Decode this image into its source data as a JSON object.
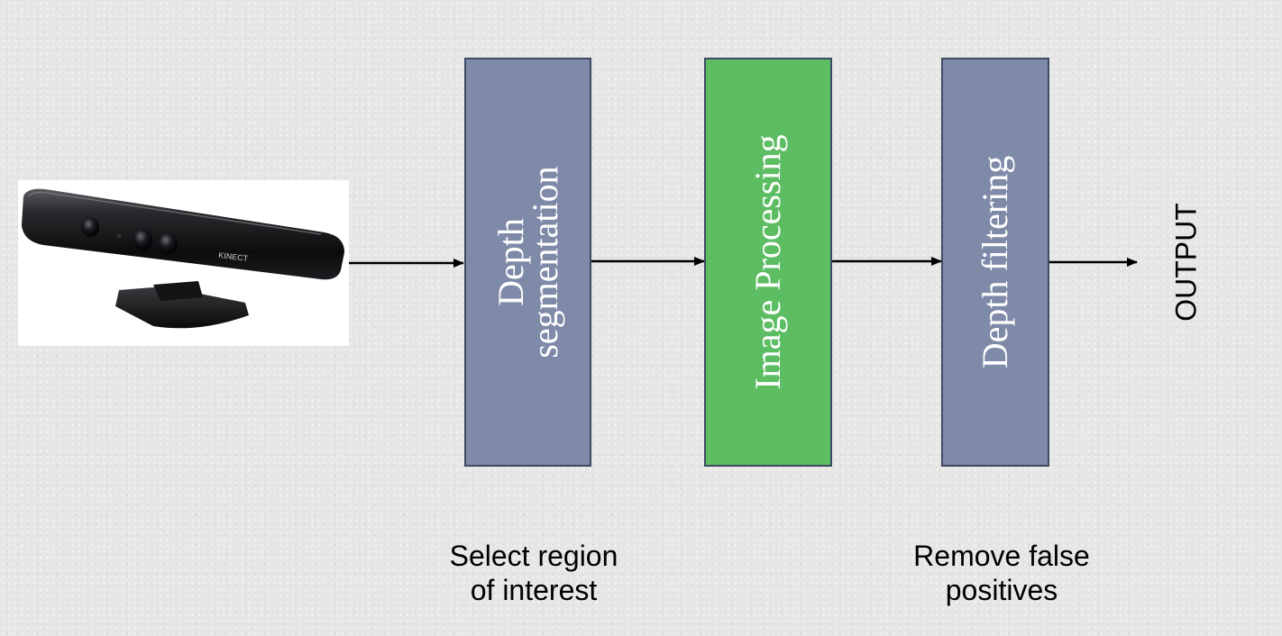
{
  "kinect": {
    "logo_text": "KINECT"
  },
  "blocks": [
    {
      "lines": [
        "Depth",
        "segmentation"
      ]
    },
    {
      "lines": [
        "Image Processing"
      ]
    },
    {
      "lines": [
        "Depth filtering"
      ]
    }
  ],
  "output_label": "OUTPUT",
  "captions": {
    "left": [
      "Select region",
      "of interest"
    ],
    "right": [
      "Remove false",
      "positives"
    ]
  },
  "colors": {
    "block_gray": "#7f8aa8",
    "block_green": "#5cbd62",
    "block_border": "#3d4a64",
    "block_text": "#ffffff"
  }
}
